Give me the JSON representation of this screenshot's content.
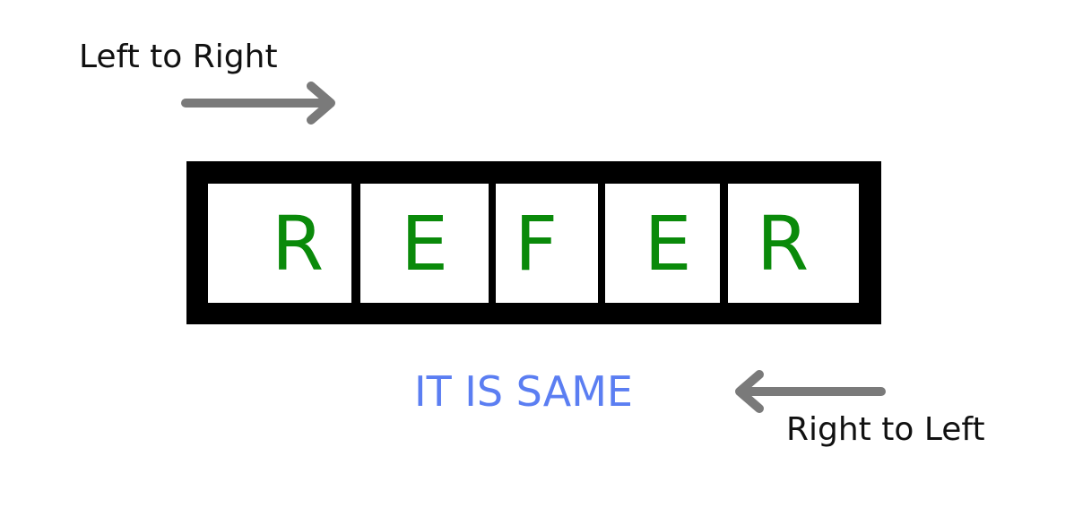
{
  "direction_labels": {
    "left_to_right": "Left to Right",
    "right_to_left": "Right to Left"
  },
  "word": {
    "letters": [
      "R",
      "E",
      "F",
      "E",
      "R"
    ]
  },
  "caption": "IT IS SAME",
  "colors": {
    "letter": "#0a8a0a",
    "caption": "#5b7ef2",
    "arrow": "#7a7a7a",
    "frame": "#000000",
    "label": "#111111"
  },
  "icons": {
    "left_to_right": "arrow-right-icon",
    "right_to_left": "arrow-left-icon"
  }
}
